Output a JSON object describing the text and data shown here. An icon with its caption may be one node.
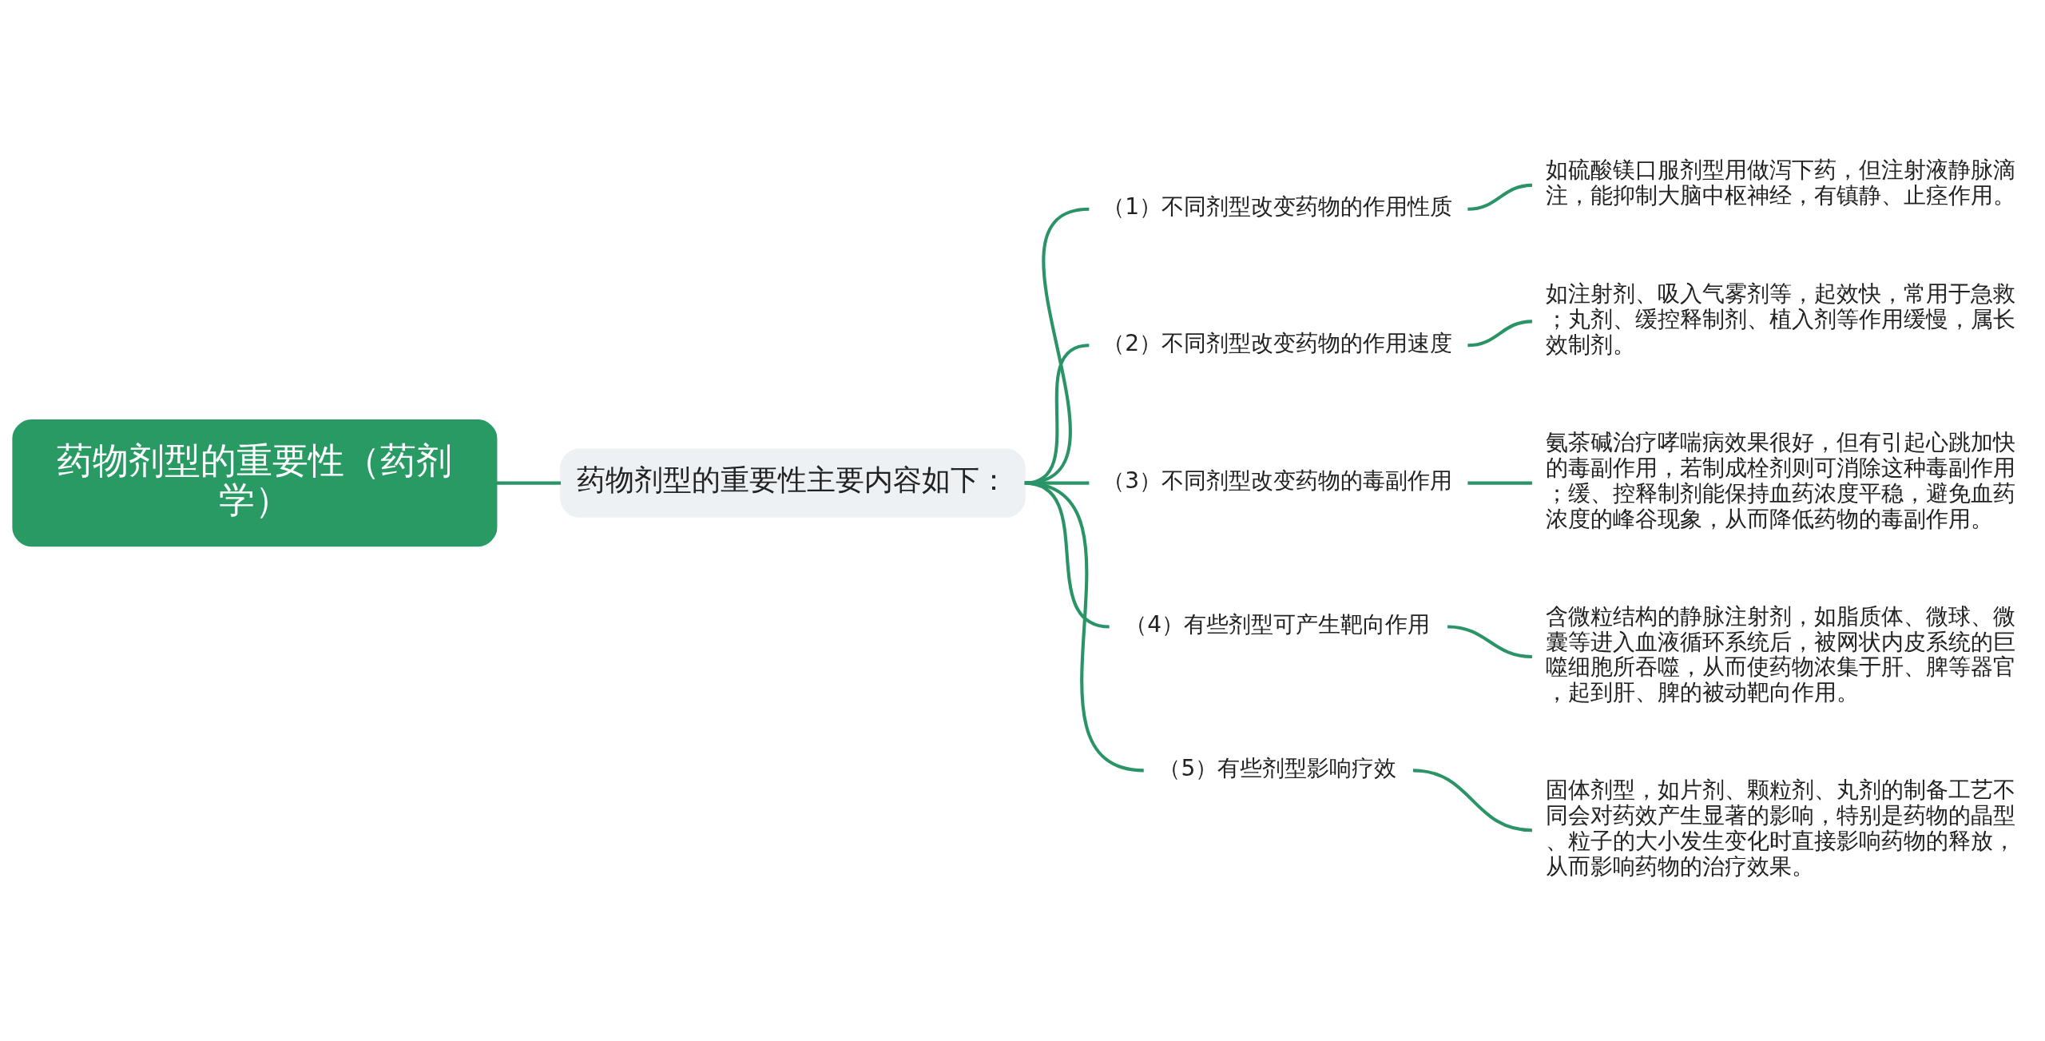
{
  "diagram": {
    "nodes": [
      {
        "text": [
          "药物剂型的重要性（药剂学）"
        ]
      },
      {
        "text": [
          "药物剂型的重要性主要内容如下："
        ]
      },
      {
        "text": [
          "（1）不同剂型改变药物的作用性质"
        ]
      },
      {
        "text": [
          "（2）不同剂型改变药物的作用速度"
        ]
      },
      {
        "text": [
          "（3）不同剂型改变药物的毒副作用"
        ]
      },
      {
        "text": [
          "（4）有些剂型可产生靶向作用"
        ]
      },
      {
        "text": [
          "（5）有些剂型影响疗效"
        ]
      },
      {
        "text": [
          "如硫酸镁口服剂型用做泻下药，但注射液静脉滴注，能抑制大脑中枢神经，有镇静、止痉作用。"
        ]
      },
      {
        "text": [
          "如注射剂、吸入气雾剂等，起效快，常用于急救；丸剂、缓控释制剂、植入剂等作用缓慢，属长效制剂。"
        ]
      },
      {
        "text": [
          "氨茶碱治疗哮喘病效果很好，但有引起心跳加快的毒副作用，若制成栓剂则可消除这种毒副作用；缓、控释制剂能保持血药浓度平稳，避免血药浓度的峰谷现象，从而降低药物的毒副作用。"
        ]
      },
      {
        "text": [
          "含微粒结构的静脉注射剂，如脂质体、微球、微囊等进入血液循环系统后，被网状内皮系统的巨噬细胞所吞噬，从而使药物浓集于肝、脾等器官，起到肝、脾的被动靶向作用。"
        ]
      },
      {
        "text": [
          "固体剂型，如片剂、颗粒剂、丸剂的制备工艺不同会对药效产生显著的影响，特别是药物的晶型、粒子的大小发生变化时直接影响药物的释放，从而影响药物的治疗效果。"
        ]
      }
    ],
    "edges": [
      {
        "from": 0,
        "to": 1,
        "arrow": "none"
      },
      {
        "from": 1,
        "to": 2,
        "arrow": "none"
      },
      {
        "from": 1,
        "to": 3,
        "arrow": "none"
      },
      {
        "from": 1,
        "to": 4,
        "arrow": "none"
      },
      {
        "from": 1,
        "to": 5,
        "arrow": "none"
      },
      {
        "from": 1,
        "to": 6,
        "arrow": "none"
      },
      {
        "from": 2,
        "to": 7,
        "arrow": "none"
      },
      {
        "from": 3,
        "to": 8,
        "arrow": "none"
      },
      {
        "from": 4,
        "to": 9,
        "arrow": "none"
      },
      {
        "from": 5,
        "to": 10,
        "arrow": "none"
      },
      {
        "from": 6,
        "to": 11,
        "arrow": "none"
      }
    ]
  }
}
